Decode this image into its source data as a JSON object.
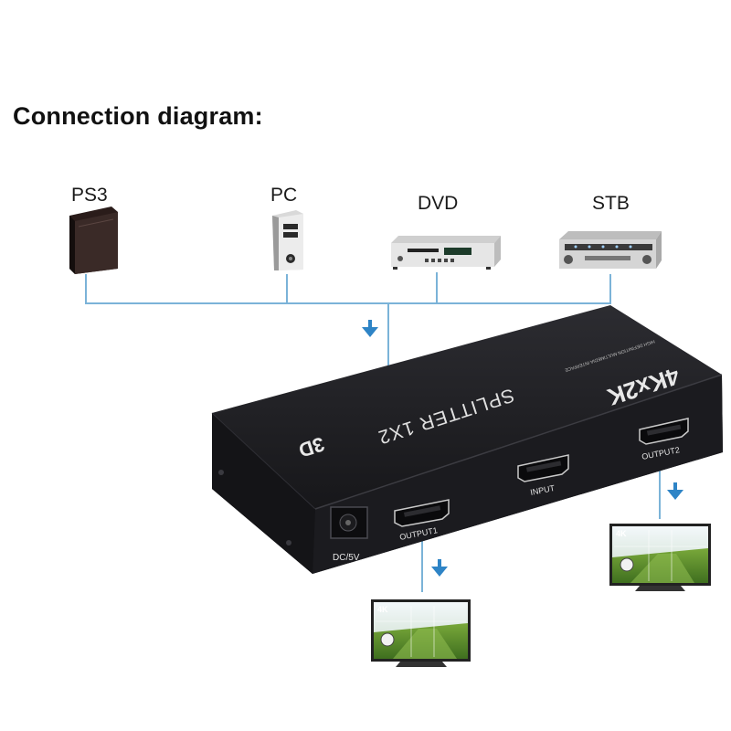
{
  "title": "Connection diagram:",
  "sources": [
    {
      "label": "PS3",
      "icon": "ps3-console-icon"
    },
    {
      "label": "PC",
      "icon": "pc-tower-icon"
    },
    {
      "label": "DVD",
      "icon": "dvd-player-icon"
    },
    {
      "label": "STB",
      "icon": "set-top-box-icon"
    }
  ],
  "device": {
    "brand": "4Kx2K",
    "model": "SPLITTER 1X2",
    "badge": "3D",
    "tagline": "HIGH DEFINITION MULTIMEDIA INTERFACE",
    "ports": {
      "power": "DC/5V",
      "output1": "OUTPUT1",
      "input": "INPUT",
      "output2": "OUTPUT2"
    }
  },
  "displays": [
    {
      "badge": "4K",
      "icon": "tv-display-icon"
    },
    {
      "badge": "4K",
      "icon": "tv-display-icon"
    }
  ],
  "colors": {
    "line": "#7bb3d8",
    "arrow": "#2e84c6",
    "device_body": "#1e1e22",
    "device_text": "#e8e8e8"
  }
}
